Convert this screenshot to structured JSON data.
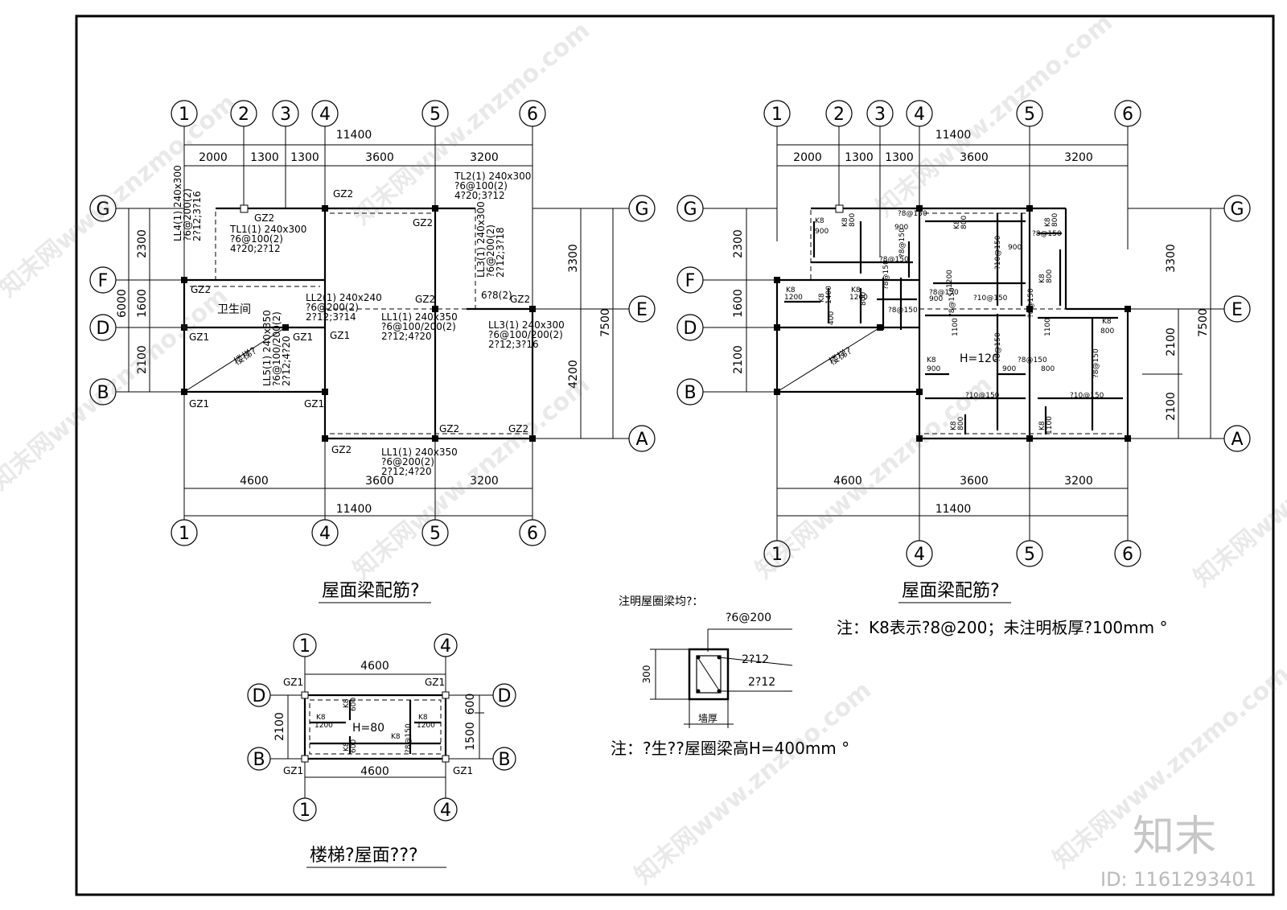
{
  "axes": {
    "n1": "1",
    "n2": "2",
    "n3": "3",
    "n4": "4",
    "n5": "5",
    "n6": "6",
    "lA": "A",
    "lB": "B",
    "lD": "D",
    "lE": "E",
    "lF": "F",
    "lG": "G"
  },
  "dims": {
    "total": "11400",
    "d2000": "2000",
    "d1300": "1300",
    "d3600": "3600",
    "d3200": "3200",
    "d4600": "4600",
    "d2300": "2300",
    "d1600": "1600",
    "d2100": "2100",
    "d6000": "6000",
    "d3300": "3300",
    "d4200": "4200",
    "d7500": "7500",
    "d300": "300",
    "d600": "600",
    "d1500": "1500"
  },
  "left_plan": {
    "title": "屋面梁配筋?",
    "room": "卫生间",
    "stair": "楼梯?",
    "gz1": "GZ1",
    "gz2": "GZ2",
    "LL4": [
      "LL4(1) 240x300",
      "?6@200(2)",
      "2?12;3?16"
    ],
    "TL2": [
      "TL2(1) 240x300",
      "?6@100(2)",
      "4?20;3?12"
    ],
    "TL1": [
      "TL1(1) 240x300",
      "?6@100(2)",
      "4?20;2?12"
    ],
    "LL3a": [
      "LL3(1) 240x300",
      "?6@200(2)",
      "2?12;3?18"
    ],
    "LL2": [
      "LL2(1) 240x240",
      "?6@200(2)",
      "2?12;3?14"
    ],
    "mark68": "6?8(2)",
    "LL1a": [
      "LL1(1) 240x350",
      "?6@100/200(2)",
      "2?12;4?20"
    ],
    "LL3b": [
      "LL3(1) 240x300",
      "?6@100/200(2)",
      "2?12;3?16"
    ],
    "LL5": [
      "LL5(1) 240x350",
      "?6@100/200(2)",
      "2?12;4?20"
    ],
    "LL1b": [
      "LL1(1) 240x350",
      "?6@200(2)",
      "2?12;4?20"
    ]
  },
  "right_plan": {
    "title": "屋面梁配筋?",
    "note": "注：K8表示?8@200；未注明板厚?100mm °",
    "stair": "楼梯?",
    "H": "H=120",
    "k8": "K8",
    "r150": "?8@150",
    "r10": "?10@150",
    "n900": "900",
    "n800": "800",
    "n1200": "1200",
    "n1100": "1100",
    "n1400": "1400",
    "n400": "400"
  },
  "section": {
    "heading": "注明屋圈梁均?：",
    "stirrup": "?6@200",
    "bar1": "2?12",
    "bar2": "2?12",
    "width": "墙厚",
    "height": "300",
    "note": "注：?生??屋圈梁高H=400mm °"
  },
  "stair_plan": {
    "title": "楼梯?屋面???",
    "H": "H=80",
    "k8": "K8",
    "n1200": "1200",
    "n600": "600",
    "r150": "?8@150"
  },
  "watermark": {
    "logo": "知末",
    "id": "ID: 1161293401",
    "site": "知末网www.znzmo.com"
  }
}
